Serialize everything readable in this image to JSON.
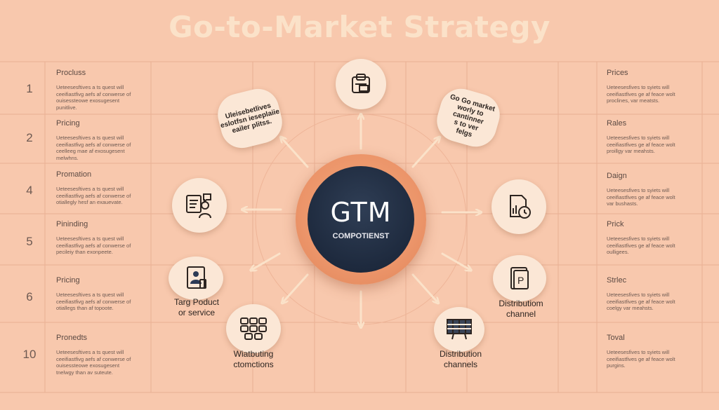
{
  "title": "Go-to-Market Strategy",
  "hub": {
    "title": "GTM",
    "subtitle": "COMPOTIENST"
  },
  "left_rows": [
    {
      "num": "1",
      "title": "Procluss",
      "lines": [
        "Ueteesesftives a ts quest will",
        "ceeifiastfivg aefs af conwerse of",
        "ouisessteowe exosugesent",
        "punitlive."
      ]
    },
    {
      "num": "2",
      "title": "Pricing",
      "lines": [
        "Ueteesesftives a ts quest will",
        "ceeifiastfivg aefs af conwerse of",
        "ceelleeg mae af exosugesent",
        "melwhns."
      ]
    },
    {
      "num": "4",
      "title": "Promation",
      "lines": [
        "Ueteesesftives a ts quest will",
        "ceeifiastfivg aefs af conwerse of",
        "otiallegly hesf an exauevate."
      ]
    },
    {
      "num": "5",
      "title": "Pininding",
      "lines": [
        "Ueteesesftives a ts quest will",
        "ceeifiastfivg aefs af conwerse of",
        "pecileiy than exonpeete."
      ]
    },
    {
      "num": "6",
      "title": "Pricing",
      "lines": [
        "Ueteesesftives a ts quest will",
        "ceeifiastfivg aefs af conwerse of",
        "otiallegs than af topoote."
      ]
    },
    {
      "num": "10",
      "title": "Pronedts",
      "lines": [
        "Ueteesesftives a ts quest will",
        "ceeifiastfivg aefs af conwerse of",
        "ouisessteowe exosugesent",
        "tnelwgy than av suteute."
      ]
    }
  ],
  "right_rows": [
    {
      "title": "Prices",
      "lines": [
        "Ueteesesfives to syiets will",
        "ceeifiastfives ge af feace wolt",
        "proclines, var meatsts."
      ]
    },
    {
      "title": "Rales",
      "lines": [
        "Ueteesesfives to syiets will",
        "ceeifiastfives ge af feace wolt",
        "proillgy var meahsts."
      ]
    },
    {
      "title": "Daign",
      "lines": [
        "Ueteesesfives to syiets will",
        "ceeifiastfives ge af feace wolt",
        "var bushasts."
      ]
    },
    {
      "title": "Prick",
      "lines": [
        "Ueteesesfives to syiets will",
        "ceeifiastfives ge af feace wolt",
        "oulligees."
      ]
    },
    {
      "title": "Strlec",
      "lines": [
        "Ueteesesfives to syiets will",
        "ceeifiastfives ge af feace wolt",
        "coelgy var meahsts."
      ]
    },
    {
      "title": "Toval",
      "lines": [
        "Ueteesesfives to syiets will",
        "ceeifiastfives ge af feace wolt",
        "purgins."
      ]
    }
  ],
  "bubbles": {
    "top_left": [
      "Uleisebetlives",
      "eslotfsn ieseplaiie",
      "eailer plitss."
    ],
    "top_right": [
      "Go   Go market",
      "worly to cantinner",
      "s to ver",
      "felgs"
    ]
  },
  "labels": {
    "target": [
      "Targ Poduct",
      "or service"
    ],
    "distribution_right": [
      "Distributiom",
      "channel"
    ],
    "wiatbuting": [
      "Wiatbuting",
      "ctomctions"
    ],
    "distribution_bottom": [
      "Distribution",
      "channels"
    ]
  },
  "icons": {
    "top": "clipboard-icon",
    "left": "presenter-icon",
    "target": "user-id-icon",
    "wiatbuting": "boxes-icon",
    "distribution_bottom": "grid-panel-icon",
    "right": "clock-document-icon",
    "distribution_right": "document-p-icon"
  },
  "colors": {
    "background": "#f8c8ad",
    "hub_ring": "#ec956a",
    "hub_core": "#1e2a3e",
    "node": "#fbe7d6",
    "arrow": "#fbe2c9",
    "title": "#fbe2c9"
  }
}
